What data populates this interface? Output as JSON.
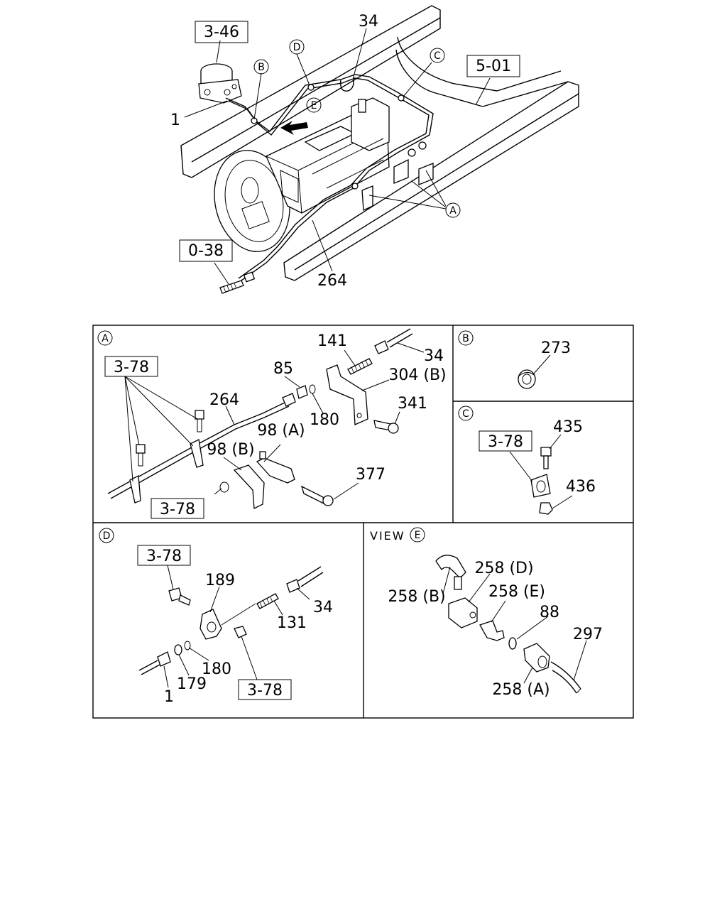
{
  "main": {
    "refs": [
      "3-46",
      "5-01",
      "0-38"
    ],
    "circles": [
      "B",
      "D",
      "C",
      "E",
      "A"
    ],
    "numbers": [
      "34",
      "1",
      "264"
    ]
  },
  "panel_a": {
    "tag": "A",
    "refs": [
      "3-78",
      "3-78"
    ],
    "numbers": [
      "141",
      "34",
      "304 (B)",
      "85",
      "341",
      "264",
      "180",
      "98 (A)",
      "98 (B)",
      "377"
    ]
  },
  "panel_b": {
    "tag": "B",
    "numbers": [
      "273"
    ]
  },
  "panel_c": {
    "tag": "C",
    "refs": [
      "3-78"
    ],
    "numbers": [
      "435",
      "436"
    ]
  },
  "panel_d": {
    "tag": "D",
    "refs": [
      "3-78",
      "3-78"
    ],
    "numbers": [
      "189",
      "34",
      "131",
      "180",
      "179",
      "1"
    ]
  },
  "panel_e": {
    "view_label": "VIEW",
    "tag": "E",
    "numbers": [
      "258 (D)",
      "258 (B)",
      "258 (E)",
      "88",
      "297",
      "258 (A)"
    ]
  }
}
